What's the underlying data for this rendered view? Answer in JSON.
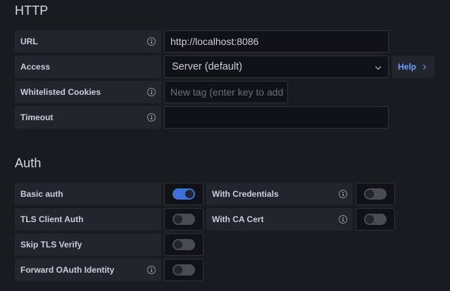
{
  "http": {
    "title": "HTTP",
    "url": {
      "label": "URL",
      "value": "http://localhost:8086"
    },
    "access": {
      "label": "Access",
      "value": "Server (default)",
      "help_label": "Help"
    },
    "cookies": {
      "label": "Whitelisted Cookies",
      "placeholder": "New tag (enter key to add"
    },
    "timeout": {
      "label": "Timeout",
      "value": ""
    }
  },
  "auth": {
    "title": "Auth",
    "basic_auth": {
      "label": "Basic auth",
      "enabled": true
    },
    "with_credentials": {
      "label": "With Credentials",
      "enabled": false
    },
    "tls_client_auth": {
      "label": "TLS Client Auth",
      "enabled": false
    },
    "with_ca_cert": {
      "label": "With CA Cert",
      "enabled": false
    },
    "skip_tls_verify": {
      "label": "Skip TLS Verify",
      "enabled": false
    },
    "forward_oauth": {
      "label": "Forward OAuth Identity",
      "enabled": false
    }
  },
  "colors": {
    "background": "#181b1f",
    "label_bg": "#22252b",
    "input_bg": "#111217",
    "accent": "#3d71d9",
    "link": "#6e9fff"
  }
}
